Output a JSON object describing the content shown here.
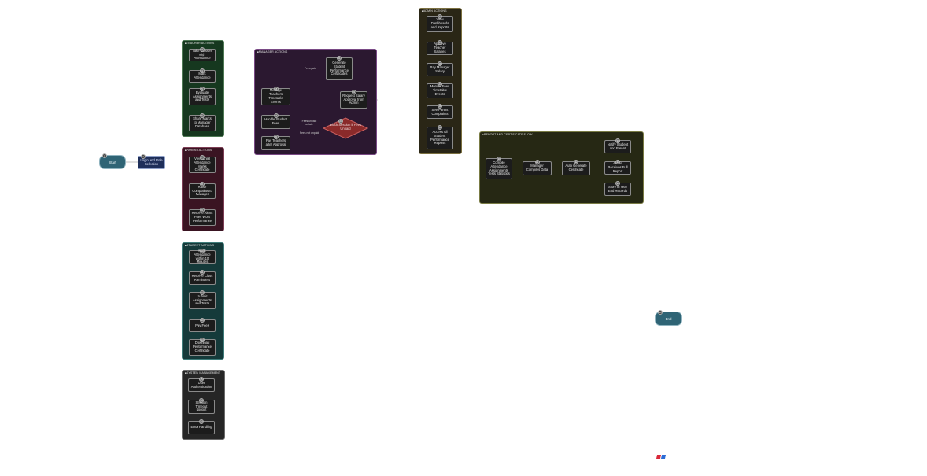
{
  "terminals": {
    "start": {
      "label": "Start",
      "num": "1"
    },
    "login": {
      "label": "Login and Role Selection",
      "num": "2"
    },
    "end": {
      "label": "End",
      "num": "40"
    }
  },
  "groups": {
    "teacher": {
      "title": "TEACHER ACTIONS",
      "color": "#16381f",
      "border": "#4f7a55",
      "nodes": [
        {
          "num": "3",
          "label": "Take Classes with Attendance"
        },
        {
          "num": "4",
          "label": "Mark Attendance"
        },
        {
          "num": "5",
          "label": "Evaluate Assignments and Tests"
        },
        {
          "num": "6",
          "label": "Share Marks to Manager Database"
        }
      ]
    },
    "parent": {
      "title": "PARENT ACTIONS",
      "color": "#3a1422",
      "border": "#7d3e55",
      "nodes": [
        {
          "num": "7",
          "label": "View Child Attendance Marks Certificate"
        },
        {
          "num": "8",
          "label": "Raise Complaints to Manager"
        },
        {
          "num": "9",
          "label": "Receive Alerts Fees Work Performance"
        }
      ]
    },
    "student": {
      "title": "STUDENT ACTIONS",
      "color": "#153a3a",
      "border": "#3f7c7a",
      "nodes": [
        {
          "num": "10",
          "label": "Mark Attendance within 10 Minutes"
        },
        {
          "num": "11",
          "label": "Receive Class Reminders"
        },
        {
          "num": "12",
          "label": "Submit Assignments and Tests"
        },
        {
          "num": "13",
          "label": "Pay Fees"
        },
        {
          "num": "14",
          "label": "Download Performance Certificate"
        }
      ]
    },
    "system": {
      "title": "SYSTEM MANAGEMENT",
      "color": "#262626",
      "border": "#6a6a6a",
      "nodes": [
        {
          "num": "15",
          "label": "User Authentication"
        },
        {
          "num": "16",
          "label": "Session Timeout Logout"
        },
        {
          "num": "17",
          "label": "Error Handling"
        }
      ]
    },
    "manager": {
      "title": "MANAGER ACTIONS",
      "color": "#2b1830",
      "border": "#7a4a86",
      "nodes": [
        {
          "num": "18",
          "label": "Manage Teachers Timetable Events"
        },
        {
          "num": "19",
          "label": "Handle Student Fees"
        },
        {
          "num": "20",
          "label": "Pay Teachers after Approval"
        },
        {
          "num": "21",
          "label": "Generate Student Performance Certificates"
        },
        {
          "num": "22",
          "label": "Request Salary Approval from Admin"
        }
      ],
      "decision": {
        "num": "23",
        "label": "Block Session if Fees Unpaid"
      },
      "edge_labels": [
        "Fees paid",
        "Fees unpaid or late",
        "Fees not unpaid"
      ]
    },
    "admin": {
      "title": "ADMIN ACTIONS",
      "color": "#2a2616",
      "border": "#7b7040",
      "nodes": [
        {
          "num": "24",
          "label": "View Dashboards and Reports"
        },
        {
          "num": "25",
          "label": "Approve Teacher Salaries"
        },
        {
          "num": "26",
          "label": "Pay Manager Salary"
        },
        {
          "num": "27",
          "label": "Monitor Fees Timetable Events"
        },
        {
          "num": "28",
          "label": "See Parent Complaints"
        },
        {
          "num": "29",
          "label": "Access All Student Performance Reports"
        }
      ]
    },
    "report": {
      "title": "REPORT AND CERTIFICATE FLOW",
      "color": "#262814",
      "border": "#7a7c45",
      "nodes": [
        {
          "num": "30",
          "label": "Compile Attendance Assignments Tests Statistics"
        },
        {
          "num": "31",
          "label": "Manager Compiles Data"
        },
        {
          "num": "32",
          "label": "Auto Generate Certificate"
        },
        {
          "num": "33",
          "label": "Notify Student and Parent"
        },
        {
          "num": "34",
          "label": "Admin Receives Full Report"
        },
        {
          "num": "35",
          "label": "Store in Year End Records"
        }
      ]
    }
  },
  "logo_colors": [
    "#d9283a",
    "#2b6bd6"
  ]
}
